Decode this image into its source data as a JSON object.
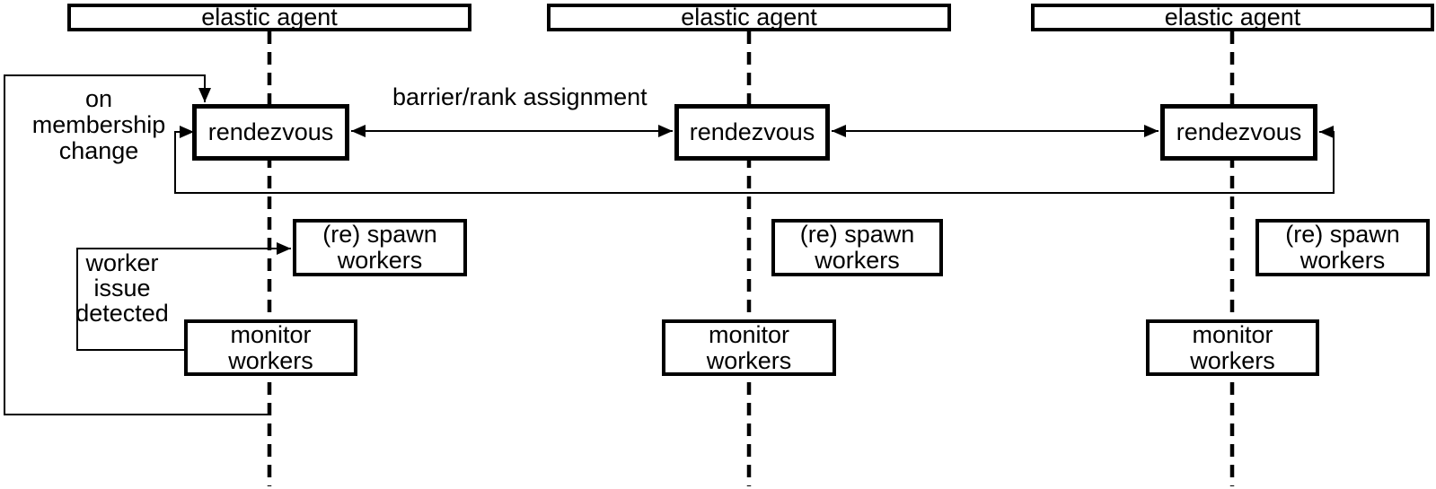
{
  "colors": {
    "ink": "#000000",
    "paper": "#ffffff"
  },
  "columns": [
    {
      "agent_label": "elastic agent",
      "rendezvous_label": "rendezvous",
      "spawn_lines": [
        "(re) spawn",
        "workers"
      ],
      "monitor_lines": [
        "monitor",
        "workers"
      ]
    },
    {
      "agent_label": "elastic agent",
      "rendezvous_label": "rendezvous",
      "spawn_lines": [
        "(re) spawn",
        "workers"
      ],
      "monitor_lines": [
        "monitor",
        "workers"
      ]
    },
    {
      "agent_label": "elastic agent",
      "rendezvous_label": "rendezvous",
      "spawn_lines": [
        "(re) spawn",
        "workers"
      ],
      "monitor_lines": [
        "monitor",
        "workers"
      ]
    }
  ],
  "annotations": {
    "membership_lines": [
      "on",
      "membership",
      "change"
    ],
    "worker_issue_lines": [
      "worker",
      "issue",
      "detected"
    ],
    "barrier_label": "barrier/rank assignment"
  }
}
